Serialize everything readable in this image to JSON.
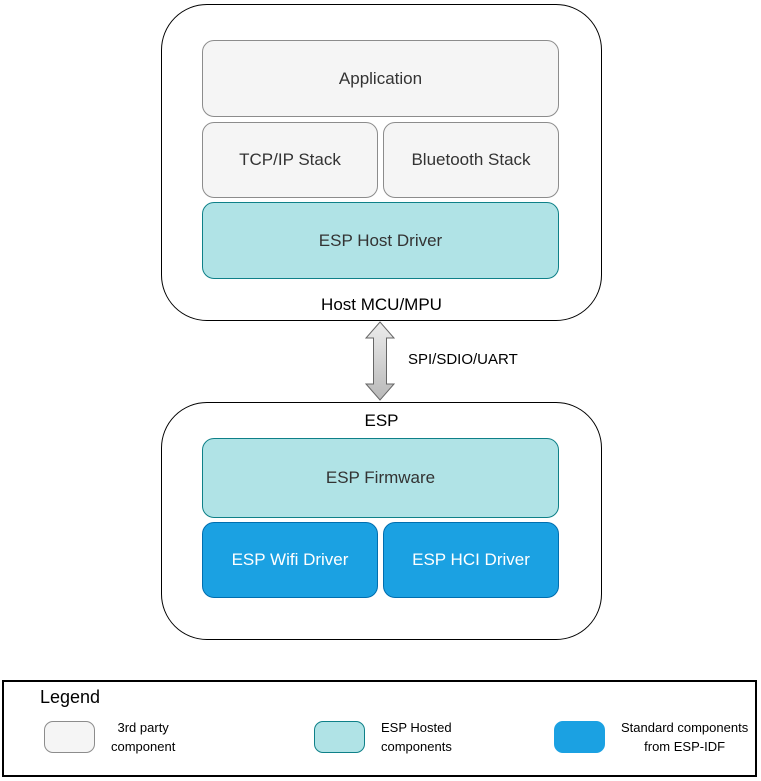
{
  "diagram": {
    "host_container": {
      "label": "Host MCU/MPU",
      "application": "Application",
      "tcpip_stack": "TCP/IP Stack",
      "bluetooth_stack": "Bluetooth Stack",
      "esp_host_driver": "ESP Host Driver"
    },
    "bus_link": {
      "label": "SPI/SDIO/UART"
    },
    "esp_container": {
      "label": "ESP",
      "esp_firmware": "ESP Firmware",
      "esp_wifi_driver": "ESP Wifi Driver",
      "esp_hci_driver": "ESP HCI Driver"
    }
  },
  "legend": {
    "title": "Legend",
    "items": [
      {
        "name": "3rd-party-component",
        "line1": "3rd party",
        "line2": "component",
        "fill": "#f5f5f5",
        "border": "#8c8c8c"
      },
      {
        "name": "esp-hosted-components",
        "line1": "ESP Hosted",
        "line2": "components",
        "fill": "#b0e3e6",
        "border": "#0e8088"
      },
      {
        "name": "standard-components-from-esp-idf",
        "line1": "Standard components",
        "line2": "from ESP-IDF",
        "fill": "#1ba1e2",
        "border": "#1ba1e2"
      }
    ]
  },
  "colors": {
    "outline": "#000000",
    "third_party_fill": "#f5f5f5",
    "third_party_border": "#8c8c8c",
    "esp_hosted_fill": "#b0e3e6",
    "esp_hosted_border": "#0e8088",
    "esp_idf_fill": "#1ba1e2",
    "esp_idf_border": "#006eaf",
    "esp_idf_text": "#ffffff",
    "arrow_border": "#666666"
  }
}
